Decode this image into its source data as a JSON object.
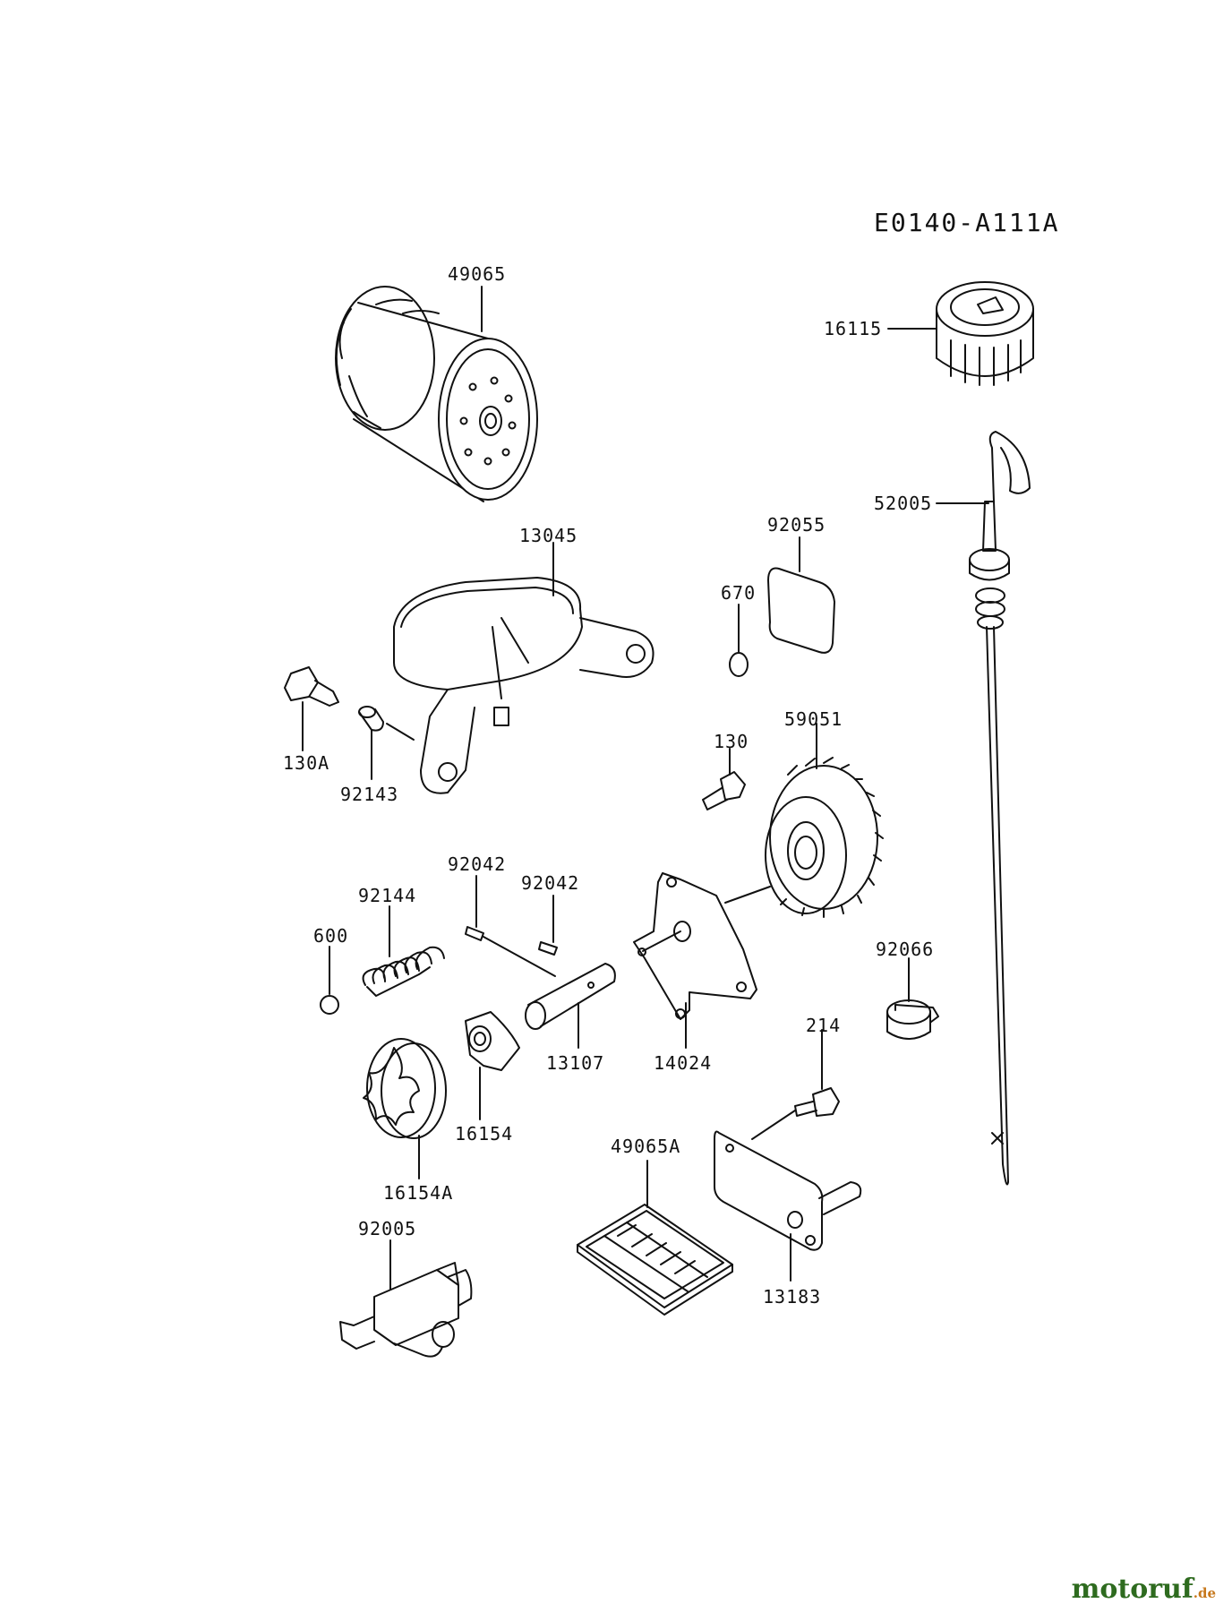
{
  "diagram": {
    "code": "E0140-A111A",
    "watermark": {
      "name": "motoruf",
      "tld": ".de"
    },
    "colors": {
      "ink": "#111111",
      "watermark_green": "#2e6b1f",
      "watermark_orange": "#c7781c"
    },
    "parts": {
      "oil_filter": "49065",
      "oil_cap": "16115",
      "dipstick": "52005",
      "strainer_bracket": "13045",
      "gasket": "92055",
      "o_ring": "670",
      "bolt_130a": "130A",
      "collar": "92143",
      "bolt_130": "130",
      "pump_gear": "59051",
      "pin_a": "92042",
      "pin_b": "92042",
      "spring": "92144",
      "ball": "600",
      "plug": "92066",
      "shaft": "13107",
      "pump_cover": "14024",
      "bolt_214": "214",
      "inner_rotor": "16154",
      "outer_rotor": "16154A",
      "screen": "49065A",
      "plate": "13183",
      "fitting": "92005"
    }
  }
}
